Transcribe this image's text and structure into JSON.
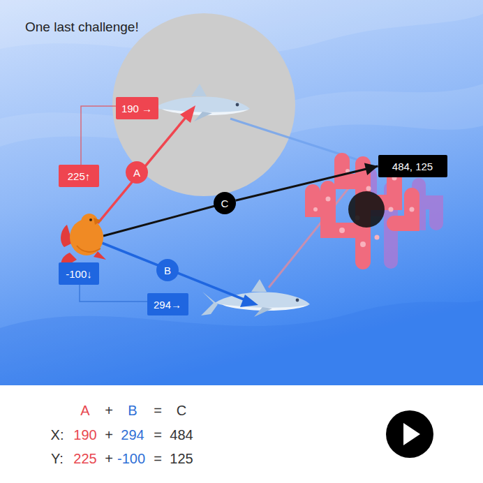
{
  "diagram": {
    "title": "One last challenge!",
    "nodes": [
      {
        "text": [
          "190 →"
        ]
      },
      {
        "text": [
          "225↑"
        ]
      },
      {
        "text": [
          "A"
        ]
      },
      {
        "text": [
          "484, 125"
        ]
      },
      {
        "text": [
          "C"
        ]
      },
      {
        "text": [
          "-100↓"
        ]
      },
      {
        "text": [
          "B"
        ]
      },
      {
        "text": [
          "294→"
        ]
      }
    ],
    "edges": [
      {
        "from": 4,
        "to": 3,
        "arrow": "to"
      }
    ],
    "labels": [
      "A",
      "+",
      "B",
      "=",
      "C",
      "X:",
      "190",
      "+",
      "294",
      "=",
      "484",
      "Y:",
      "225",
      "+",
      "-100",
      "=",
      "125"
    ]
  }
}
